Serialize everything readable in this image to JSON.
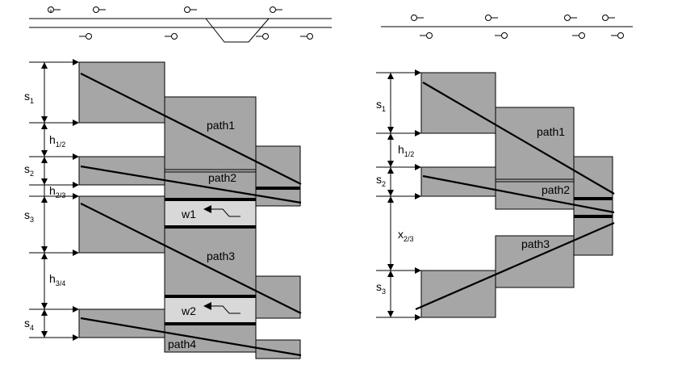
{
  "left": {
    "labels": {
      "s1": {
        "base": "s",
        "sub": "1"
      },
      "h12": {
        "base": "h",
        "sub": "1/2"
      },
      "s2": {
        "base": "s",
        "sub": "2"
      },
      "h23": {
        "base": "h",
        "sub": "2/3"
      },
      "s3": {
        "base": "s",
        "sub": "3"
      },
      "h34": {
        "base": "h",
        "sub": "3/4"
      },
      "s4": {
        "base": "s",
        "sub": "4"
      }
    },
    "paths": [
      "path1",
      "path2",
      "path3",
      "path4"
    ],
    "windows": [
      "w1",
      "w2"
    ]
  },
  "right": {
    "labels": {
      "s1": {
        "base": "s",
        "sub": "1"
      },
      "h12": {
        "base": "h",
        "sub": "1/2"
      },
      "s2": {
        "base": "s",
        "sub": "2"
      },
      "x23": {
        "base": "x",
        "sub": "2/3"
      },
      "s3": {
        "base": "s",
        "sub": "3"
      }
    },
    "paths": [
      "path1",
      "path2",
      "path3"
    ]
  },
  "colors": {
    "block": "#a6a6a6",
    "window": "#d8d8d8",
    "line": "#000000"
  }
}
